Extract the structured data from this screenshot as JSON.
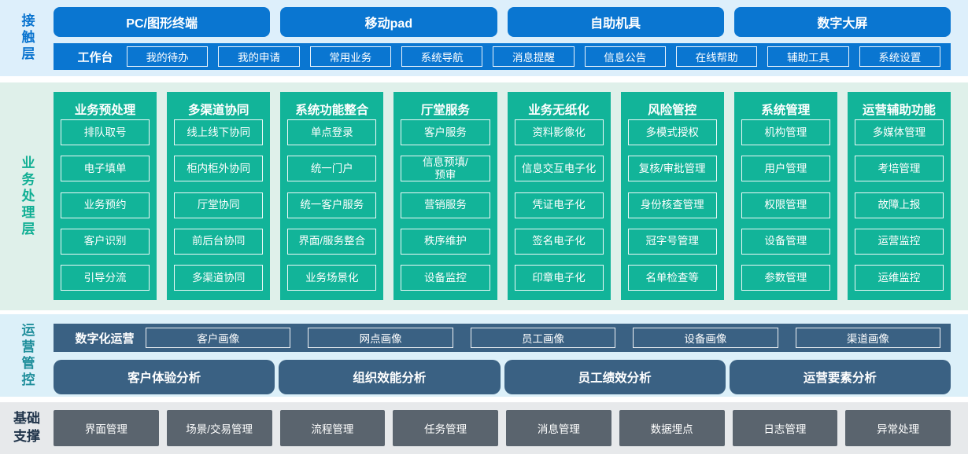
{
  "layers": {
    "contact": {
      "label": "接触层",
      "terminals": [
        "PC/图形终端",
        "移动pad",
        "自助机具",
        "数字大屏"
      ],
      "workbench": {
        "label": "工作台",
        "items": [
          "我的待办",
          "我的申请",
          "常用业务",
          "系统导航",
          "消息提醒",
          "信息公告",
          "在线帮助",
          "辅助工具",
          "系统设置"
        ]
      }
    },
    "business": {
      "label": "业务处理层",
      "columns": [
        {
          "title": "业务预处理",
          "items": [
            "排队取号",
            "电子填单",
            "业务预约",
            "客户识别",
            "引导分流"
          ]
        },
        {
          "title": "多渠道协同",
          "items": [
            "线上线下协同",
            "柜内柜外协同",
            "厅堂协同",
            "前后台协同",
            "多渠道协同"
          ]
        },
        {
          "title": "系统功能整合",
          "items": [
            "单点登录",
            "统一门户",
            "统一客户服务",
            "界面/服务整合",
            "业务场景化"
          ]
        },
        {
          "title": "厅堂服务",
          "items": [
            "客户服务",
            "信息预填/\n预审",
            "营销服务",
            "秩序维护",
            "设备监控"
          ]
        },
        {
          "title": "业务无纸化",
          "items": [
            "资料影像化",
            "信息交互电子化",
            "凭证电子化",
            "签名电子化",
            "印章电子化"
          ]
        },
        {
          "title": "风险管控",
          "items": [
            "多模式授权",
            "复核/审批管理",
            "身份核查管理",
            "冠字号管理",
            "名单检查等"
          ]
        },
        {
          "title": "系统管理",
          "items": [
            "机构管理",
            "用户管理",
            "权限管理",
            "设备管理",
            "参数管理"
          ]
        },
        {
          "title": "运营辅助功能",
          "items": [
            "多媒体管理",
            "考培管理",
            "故障上报",
            "运营监控",
            "运维监控"
          ]
        }
      ]
    },
    "operations": {
      "label": "运营管控",
      "digital_ops": {
        "label": "数字化运营",
        "items": [
          "客户画像",
          "网点画像",
          "员工画像",
          "设备画像",
          "渠道画像"
        ]
      },
      "analysis": [
        "客户体验分析",
        "组织效能分析",
        "员工绩效分析",
        "运营要素分析"
      ]
    },
    "foundation": {
      "label": "基础支撑",
      "items": [
        "界面管理",
        "场景/交易管理",
        "流程管理",
        "任务管理",
        "消息管理",
        "数据埋点",
        "日志管理",
        "异常处理"
      ]
    }
  },
  "colors": {
    "accent_blue": "#0a76d1",
    "band_blue": "#ddeffb",
    "green": "#12b499",
    "band_green": "#dff0ea",
    "slate_blue": "#3a6183",
    "band_ops_blue": "#dcf0f9",
    "gray_box": "#5a646e",
    "band_gray": "#e7e9eb",
    "label_blue": "#0a74cf",
    "label_green": "#10af94",
    "label_teal": "#1f8e9b",
    "label_navy": "#20344a"
  }
}
